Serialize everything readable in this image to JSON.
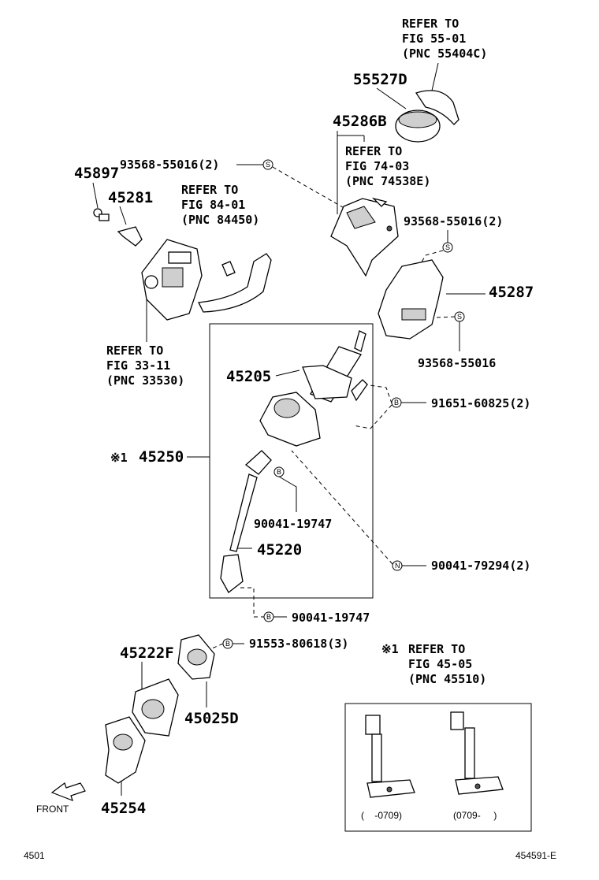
{
  "refs": {
    "fig55": [
      "REFER TO",
      "FIG 55-01",
      "(PNC 55404C)"
    ],
    "fig74": [
      "REFER TO",
      "FIG 74-03",
      "(PNC 74538E)"
    ],
    "fig84": [
      "REFER TO",
      "FIG 84-01",
      "(PNC 84450)"
    ],
    "fig33": [
      "REFER TO",
      "FIG 33-11",
      "(PNC 33530)"
    ],
    "fig45": [
      "REFER TO",
      "FIG 45-05",
      "(PNC 45510)"
    ]
  },
  "ref45_mark": "※1",
  "parts": {
    "p55527D": "55527D",
    "p45286B": "45286B",
    "p45897": "45897",
    "p45281": "45281",
    "p45287": "45287",
    "p45205": "45205",
    "p45250": "45250",
    "p45250_mark": "※1",
    "p45220": "45220",
    "p45222F": "45222F",
    "p45025D": "45025D",
    "p45254": "45254"
  },
  "bolts": {
    "b1": "93568-55016(2)",
    "b2": "93568-55016(2)",
    "b3": "93568-55016",
    "b4": "91651-60825(2)",
    "b5": "90041-19747",
    "b6": "90041-79294(2)",
    "b7": "90041-19747",
    "b8": "91553-80618(3)"
  },
  "circle_marks": {
    "s": "S",
    "b": "B",
    "n": "N"
  },
  "inset": {
    "left_range": "(    -0709)",
    "right_range": "(0709-     )"
  },
  "front_label": "FRONT",
  "footer": {
    "left": "4501",
    "right": "454591-E"
  }
}
